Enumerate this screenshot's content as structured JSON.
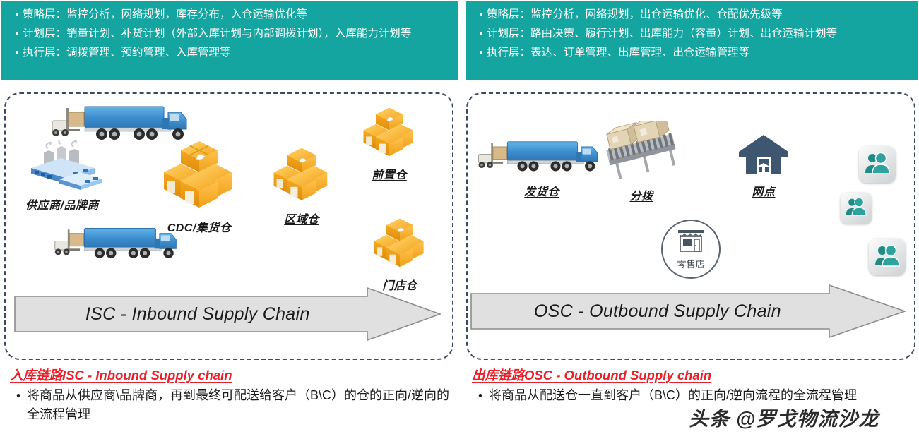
{
  "theme": {
    "header_teal": "#15a5a0",
    "panel_border": "#3b4a63",
    "caption_red": "#e8202a",
    "arrow_fill": "#e0e0e0",
    "arrow_stroke": "#8c8c8c",
    "customer_teal": "#1f8a86",
    "warehouse_navy": "#3e5670"
  },
  "header_left": {
    "bullet_char": "•",
    "items": [
      "策略层：监控分析，网络规划，库存分布，入仓运输优化等",
      "计划层：销量计划、补货计划（外部入库计划与内部调拨计划），入库能力计划等",
      "执行层：调拨管理、预约管理、入库管理等"
    ]
  },
  "header_right": {
    "bullet_char": "•",
    "items": [
      "策略层：监控分析，网络规划，出仓运输优化、仓配优先级等",
      "计划层：路由决策、履行计划、出库能力（容量）计划、出仓运输计划等",
      "执行层：表达、订单管理、出库管理、出仓运输管理等"
    ]
  },
  "panel_left": {
    "arrow_label": "ISC - Inbound Supply Chain",
    "nodes": [
      {
        "id": "supplier",
        "label": "供应商/品牌商",
        "icon": "factory-icon",
        "underline": false
      },
      {
        "id": "cdc",
        "label": "CDC/集货仓",
        "icon": "box-stack-icon",
        "underline": false
      },
      {
        "id": "regional",
        "label": "区域仓",
        "icon": "box-stack-icon",
        "underline": true
      },
      {
        "id": "forward",
        "label": "前置仓",
        "icon": "box-stack-icon",
        "underline": true
      },
      {
        "id": "store-wh",
        "label": "门店仓",
        "icon": "box-stack-icon",
        "underline": true
      }
    ],
    "trucks": [
      {
        "id": "truck-top",
        "icon": "truck-forklift-icon"
      },
      {
        "id": "truck-bottom",
        "icon": "truck-forklift-icon"
      }
    ]
  },
  "panel_right": {
    "arrow_label": "OSC - Outbound Supply Chain",
    "nodes": [
      {
        "id": "ship-wh",
        "label": "发货仓",
        "icon": "truck-forklift-icon",
        "underline": true
      },
      {
        "id": "sorting",
        "label": "分拨",
        "icon": "conveyor-icon",
        "underline": true
      },
      {
        "id": "outlet",
        "label": "网点",
        "icon": "warehouse-icon",
        "underline": true
      }
    ],
    "store": {
      "label": "零售店",
      "icon": "shop-front-icon"
    },
    "customers": [
      {
        "id": "customer-1",
        "icon": "people-icon"
      },
      {
        "id": "customer-2",
        "icon": "people-icon"
      },
      {
        "id": "customer-3",
        "icon": "people-icon"
      }
    ]
  },
  "caption_left": {
    "title": "入库链路ISC - Inbound Supply chain",
    "bullet_char": "•",
    "body": "将商品从供应商\\品牌商，再到最终可配送给客户（B\\C）的仓的正向/逆向的全流程管理"
  },
  "caption_right": {
    "title": "出库链路OSC - Outbound Supply chain",
    "bullet_char": "•",
    "body": "将商品从配送仓一直到客户（B\\C）的正向/逆向流程的全流程管理"
  },
  "watermark": {
    "text": "头条 @罗戈物流沙龙"
  }
}
